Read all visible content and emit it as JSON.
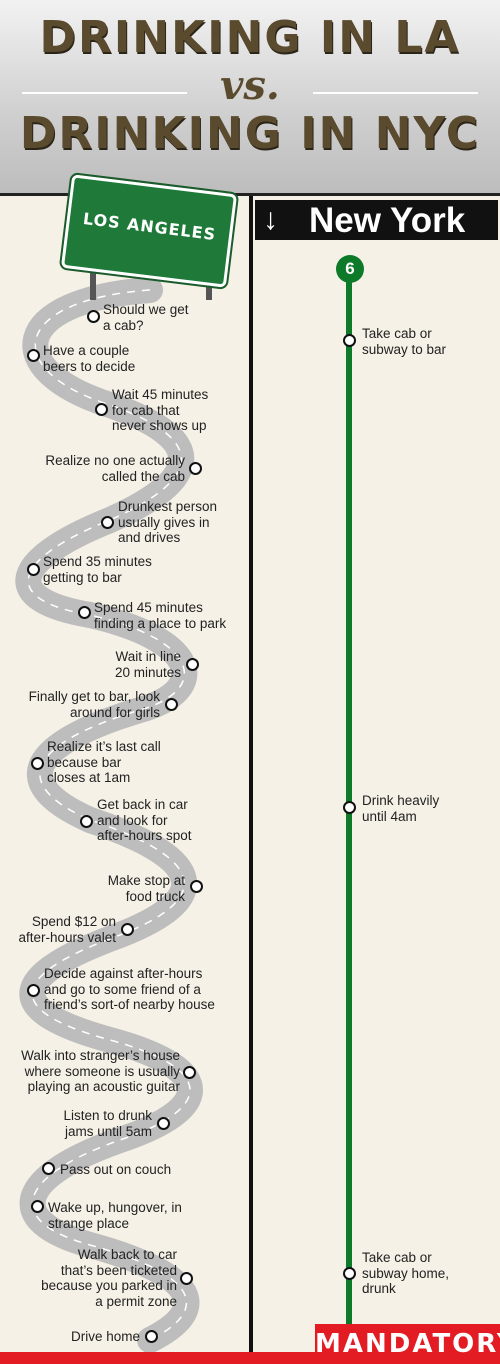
{
  "header": {
    "line1": "DRINKING IN LA",
    "vs": "vs.",
    "line2": "DRINKING IN NYC"
  },
  "la": {
    "sign": "LOS ANGELES",
    "steps": [
      "Should we get\na cab?",
      "Have a couple\nbeers to decide",
      "Wait 45 minutes\nfor cab that\nnever shows up",
      "Realize no one actually\ncalled the cab",
      "Drunkest person\nusually gives in\nand drives",
      "Spend 35 minutes\ngetting to bar",
      "Spend 45 minutes\nfinding a place to park",
      "Wait in line\n20 minutes",
      "Finally get to bar, look\naround for girls",
      "Realize it’s last call\nbecause bar\ncloses at 1am",
      "Get back in car\nand look for\nafter-hours spot",
      "Make stop at\nfood truck",
      "Spend $12 on\nafter-hours valet",
      "Decide against after-hours\nand go to some friend of a\nfriend’s sort-of nearby house",
      "Walk into stranger’s house\nwhere someone is usually\nplaying an acoustic guitar",
      "Listen to drunk\njams until 5am",
      "Pass out on couch",
      "Wake up, hungover, in\nstrange place",
      "Walk back to car\nthat’s been ticketed\nbecause you parked in\na permit zone",
      "Drive home"
    ]
  },
  "nyc": {
    "sign": "New York",
    "arrow_icon": "arrow-down-icon",
    "line_badge": "6",
    "line_color": "#0d7a2a",
    "steps": [
      "Take cab or\nsubway to bar",
      "Drink heavily\nuntil 4am",
      "Take cab or\nsubway home,\ndrunk"
    ]
  },
  "brand": {
    "name": "MANDATORY",
    "color": "#e31c23"
  }
}
